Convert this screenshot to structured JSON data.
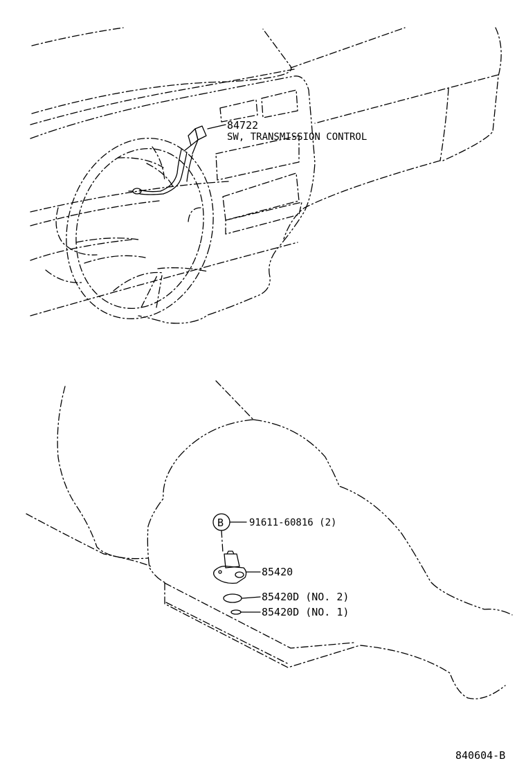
{
  "callouts": {
    "switch_part": "84722",
    "switch_name": "SW, TRANSMISSION CONTROL",
    "bolt_ref": "B",
    "bolt_part": "91611-60816 (2)",
    "sensor_part": "85420",
    "oring_no2": "85420D (NO. 2)",
    "oring_no1": "85420D (NO. 1)"
  },
  "figure_id": "840604-B"
}
